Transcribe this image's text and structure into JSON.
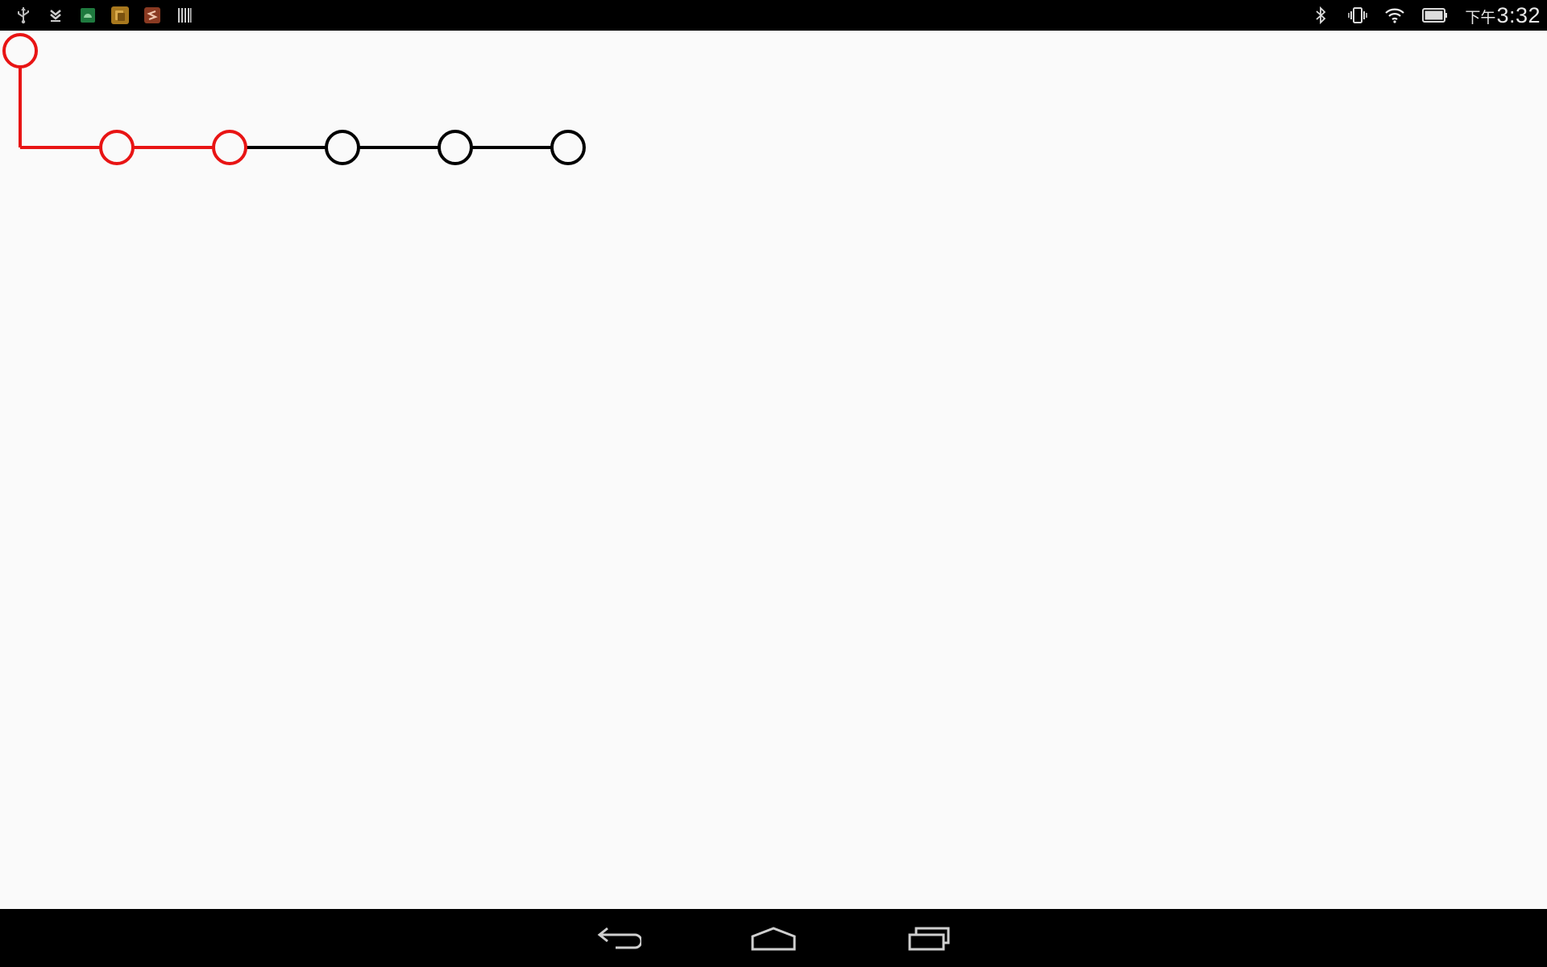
{
  "status_bar": {
    "clock_ampm": "下午",
    "clock_time": "3:32",
    "left_icons": [
      "usb-icon",
      "download-icon",
      "android-app-icon",
      "package-app-icon",
      "sublime-app-icon",
      "barcode-icon"
    ],
    "right_icons": [
      "bluetooth-icon",
      "vibrate-icon",
      "wifi-icon",
      "battery-icon"
    ]
  },
  "step_indicator": {
    "total_steps": 6,
    "completed_steps": 3,
    "colors": {
      "active": "#e81414",
      "inactive": "#000000"
    }
  },
  "nav_bar": {
    "buttons": [
      "back-button",
      "home-button",
      "recents-button"
    ]
  }
}
